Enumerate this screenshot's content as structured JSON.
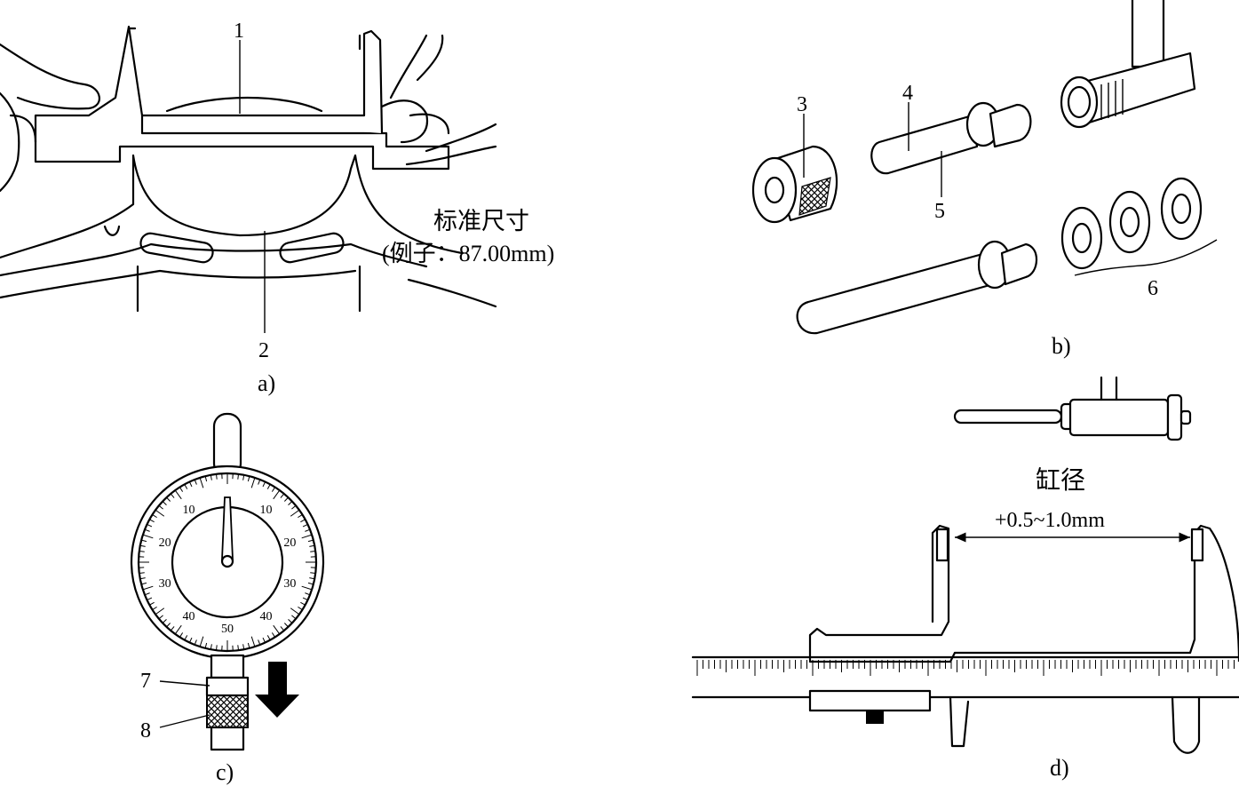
{
  "panel_a": {
    "callouts": [
      "1",
      "2"
    ],
    "annotation_line1": "标准尺寸",
    "annotation_line2": "(例子：87.00mm)",
    "caption": "a)"
  },
  "panel_b": {
    "callouts": [
      "3",
      "4",
      "5",
      "6"
    ],
    "caption": "b)"
  },
  "panel_c": {
    "dial_numbers": [
      "10",
      "20",
      "30",
      "40",
      "50",
      "40",
      "30",
      "20",
      "10"
    ],
    "callouts": [
      "7",
      "8"
    ],
    "caption": "c)"
  },
  "panel_d": {
    "label": "缸径",
    "dimension": "+0.5~1.0mm",
    "caption": "d)"
  }
}
